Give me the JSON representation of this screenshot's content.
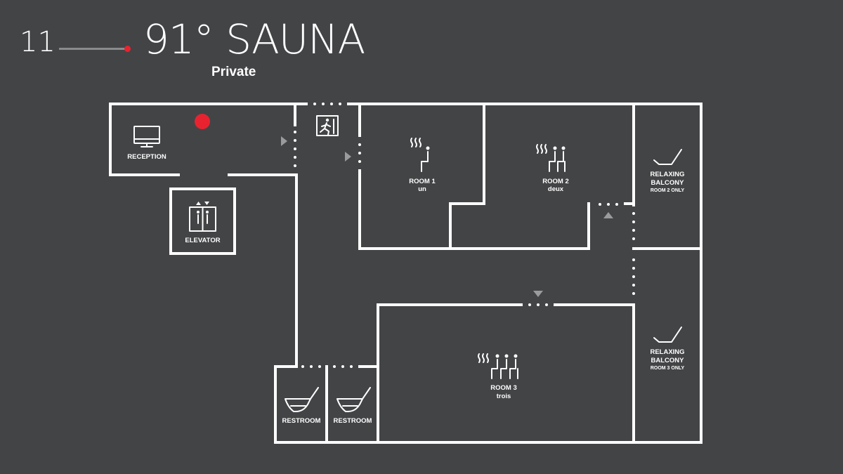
{
  "header": {
    "floor_number": "11",
    "brand": "91° SAUNA",
    "subtitle": "Private"
  },
  "colors": {
    "background": "#434446",
    "walls": "#ffffff",
    "you_are_here": "#e8232f",
    "arrows": "#9a9b9d"
  },
  "rooms": {
    "reception": "RECEPTION",
    "elevator": "ELEVATOR",
    "room1_name": "ROOM 1",
    "room1_sub": "un",
    "room2_name": "ROOM 2",
    "room2_sub": "deux",
    "room3_name": "ROOM 3",
    "room3_sub": "trois",
    "balcony1_line1": "RELAXING",
    "balcony1_line2": "BALCONY",
    "balcony1_note": "ROOM 2 ONLY",
    "balcony2_line1": "RELAXING",
    "balcony2_line2": "BALCONY",
    "balcony2_note": "ROOM 3 ONLY",
    "restroom1": "RESTROOM",
    "restroom2": "RESTROOM"
  },
  "icons": {
    "reception": "monitor-icon",
    "elevator": "elevator-icon",
    "exit": "emergency-exit-icon",
    "sauna_1": "sauna-1-person-icon",
    "sauna_2": "sauna-2-person-icon",
    "sauna_3": "sauna-3-person-icon",
    "balcony": "lounge-chair-icon",
    "restroom": "toilet-icon",
    "you_are_here": "you-are-here-marker"
  }
}
